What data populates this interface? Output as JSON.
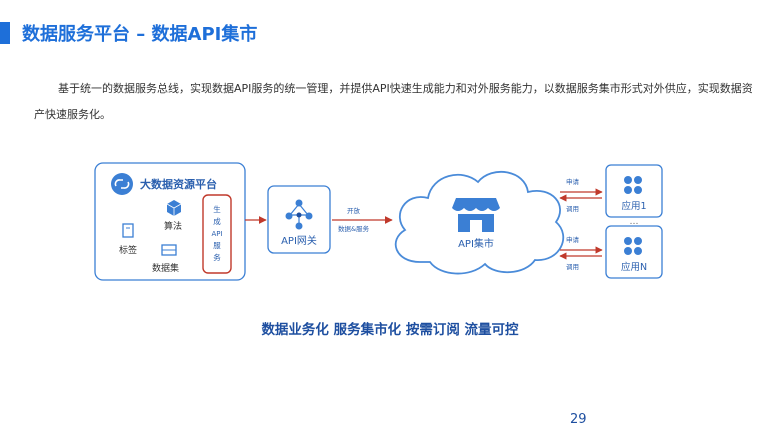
{
  "header": {
    "title": "数据服务平台 – 数据API集市"
  },
  "description": "基于统一的数据服务总线，实现数据API服务的统一管理，并提供API快速生成能力和对外服务能力，以数据服务集市形式对外供应，实现数据资产快速服务化。",
  "diagram": {
    "platform": {
      "title": "大数据资源平台",
      "tag_label": "标签",
      "algorithm_label": "算法",
      "dataset_label": "数据集",
      "generate_chars": [
        "生",
        "成",
        "API",
        "服",
        "务"
      ]
    },
    "gateway": {
      "label": "API网关"
    },
    "open_label_1": "开放",
    "open_label_2": "数据&服务",
    "market": {
      "label": "API集市"
    },
    "apply_label_1": "申请",
    "call_label_1": "调用",
    "apply_label_2": "申请",
    "call_label_2": "调用",
    "app1": {
      "label": "应用1"
    },
    "ellipsis": "…",
    "appN": {
      "label": "应用N"
    },
    "colors": {
      "blue": "#3b7fd4",
      "light_blue": "#cfe2f7",
      "red": "#c0392b",
      "cloud_stroke": "#4a8bd9"
    }
  },
  "slogan": "数据业务化  服务集市化  按需订阅  流量可控",
  "page_number": "29"
}
